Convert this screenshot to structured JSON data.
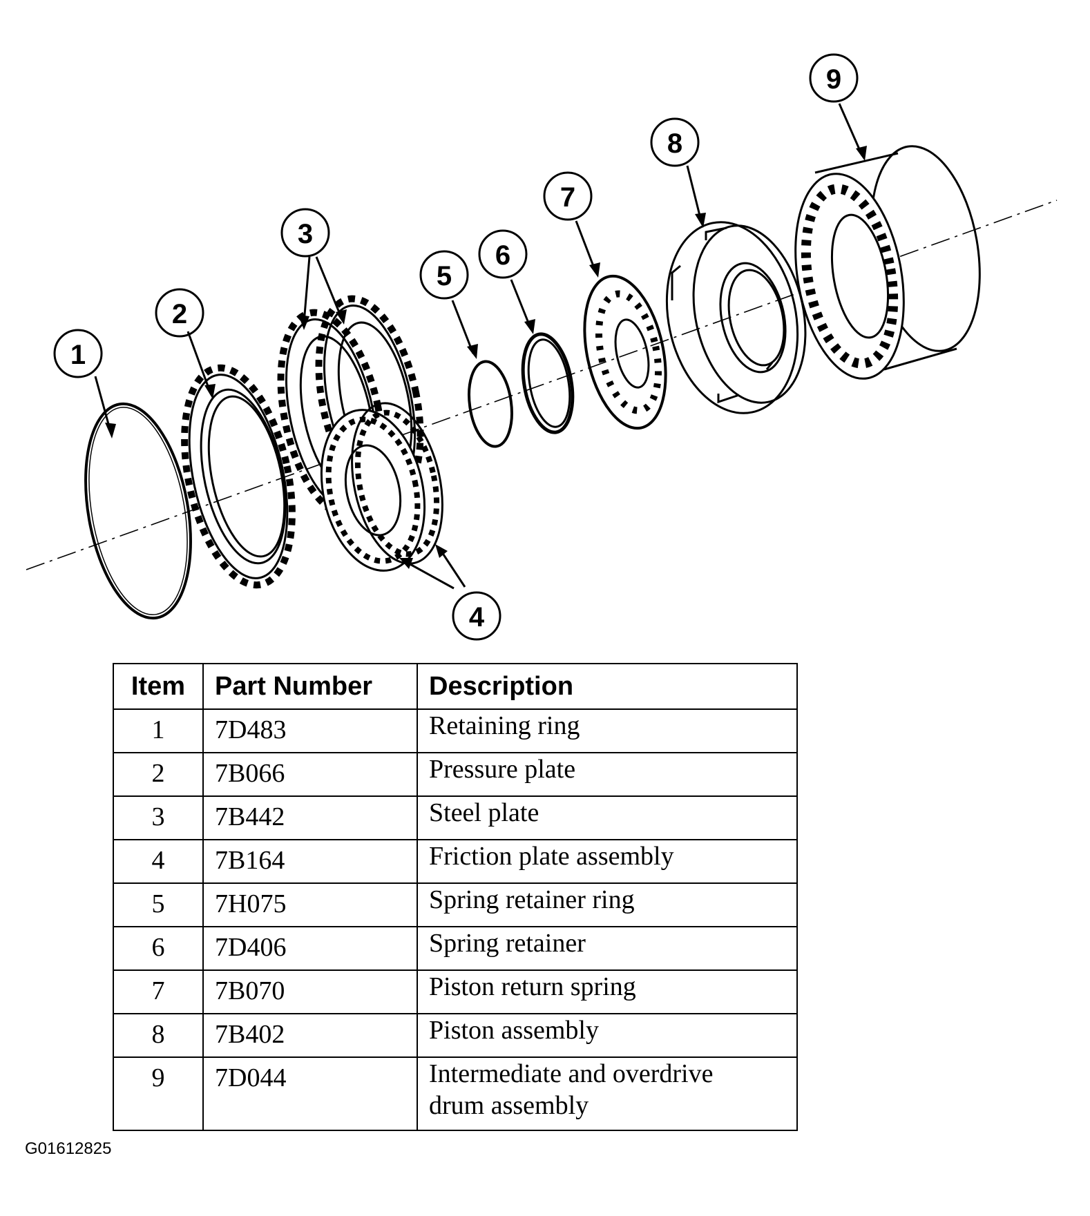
{
  "callouts": [
    "1",
    "2",
    "3",
    "4",
    "5",
    "6",
    "7",
    "8",
    "9"
  ],
  "table": {
    "headers": [
      "Item",
      "Part Number",
      "Description"
    ],
    "rows": [
      {
        "item": "1",
        "part_number": "7D483",
        "description": [
          "Retaining ring"
        ]
      },
      {
        "item": "2",
        "part_number": "7B066",
        "description": [
          "Pressure plate"
        ]
      },
      {
        "item": "3",
        "part_number": "7B442",
        "description": [
          "Steel plate"
        ]
      },
      {
        "item": "4",
        "part_number": "7B164",
        "description": [
          "Friction plate assembly"
        ]
      },
      {
        "item": "5",
        "part_number": "7H075",
        "description": [
          "Spring retainer ring"
        ]
      },
      {
        "item": "6",
        "part_number": "7D406",
        "description": [
          "Spring retainer"
        ]
      },
      {
        "item": "7",
        "part_number": "7B070",
        "description": [
          "Piston return spring"
        ]
      },
      {
        "item": "8",
        "part_number": "7B402",
        "description": [
          "Piston assembly"
        ]
      },
      {
        "item": "9",
        "part_number": "7D044",
        "description": [
          "Intermediate and overdrive",
          "drum assembly"
        ]
      }
    ]
  },
  "figure_id": "G01612825"
}
